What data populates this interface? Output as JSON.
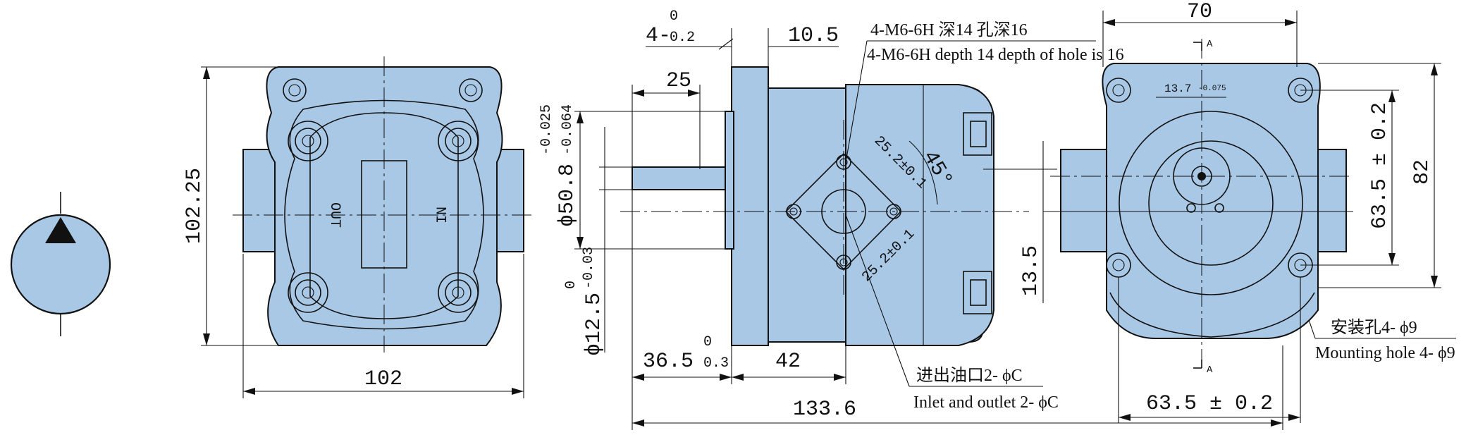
{
  "front_view": {
    "dim_height": "102.25",
    "dim_width": "102",
    "port_out": "OUT",
    "port_in": "IN"
  },
  "side_view": {
    "dim_keyway": "4-",
    "dim_keyway_tol_upper": "0",
    "dim_keyway_tol_lower": "0.2",
    "dim_flange": "10.5",
    "dim_key_len": "25",
    "dim_pilot": "ϕ50.8",
    "dim_pilot_tol_upper": "-0.025",
    "dim_pilot_tol_lower": "-0.064",
    "dim_shaft": "ϕ12.5",
    "dim_shaft_tol_upper": "0",
    "dim_shaft_tol_lower": "-0.03",
    "dim_shaft_len": "36.5",
    "dim_shaft_len_tol_upper": "0",
    "dim_shaft_len_tol_lower": "0.3",
    "dim_42": "42",
    "dim_total": "133.6",
    "dim_offset": "13.5",
    "dim_bolt_a": "25.2±0.1",
    "dim_bolt_b": "25.2±0.1",
    "angle": "45°"
  },
  "notes": {
    "thread_cn": "4-M6-6H 深14 孔深16",
    "thread_en": "4-M6-6H depth 14 depth of hole is 16",
    "ports_cn": "进出油口2- ϕC",
    "ports_en": "Inlet and outlet 2- ϕC",
    "mount_cn": "安装孔4- ϕ9",
    "mount_en": "Mounting hole 4- ϕ9"
  },
  "rear_view": {
    "dim_width": "70",
    "dim_key": "13.7",
    "dim_key_tol": "-0.075",
    "dim_bolt_v": "63.5 ± 0.2",
    "dim_height": "82",
    "dim_bolt_h": "63.5 ± 0.2",
    "section_label_top": "A",
    "section_label_bottom": "A"
  },
  "colors": {
    "body": "#a8c8e6",
    "line": "#111111"
  }
}
